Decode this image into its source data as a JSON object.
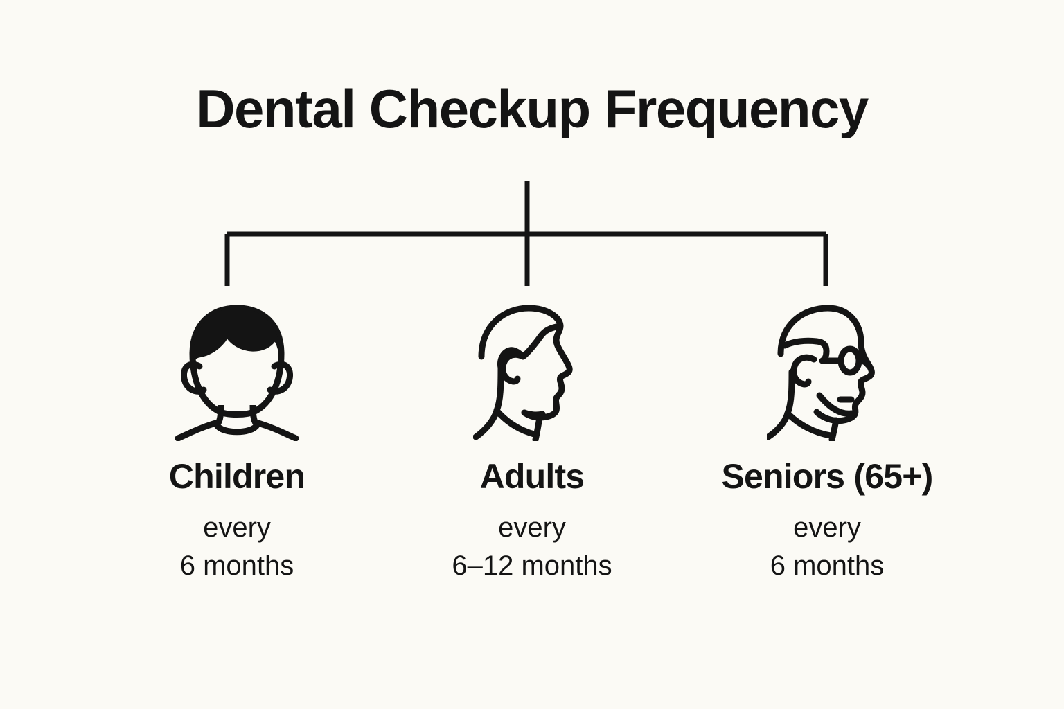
{
  "page": {
    "title": "Dental Checkup Frequency",
    "background_color": "#FBFAF5",
    "ink_color": "#141414"
  },
  "connector": {
    "name": "bracket-connector",
    "stem_label": "",
    "branches": 3
  },
  "groups": [
    {
      "id": "children",
      "icon": "child-front-face-icon",
      "label": "Children",
      "frequency_prefix": "every",
      "frequency_interval": "6 months"
    },
    {
      "id": "adults",
      "icon": "adult-profile-face-icon",
      "label": "Adults",
      "frequency_prefix": "every",
      "frequency_interval": "6–12 months"
    },
    {
      "id": "seniors",
      "icon": "senior-profile-glasses-icon",
      "label": "Seniors (65+)",
      "frequency_prefix": "every",
      "frequency_interval": "6 months"
    }
  ]
}
